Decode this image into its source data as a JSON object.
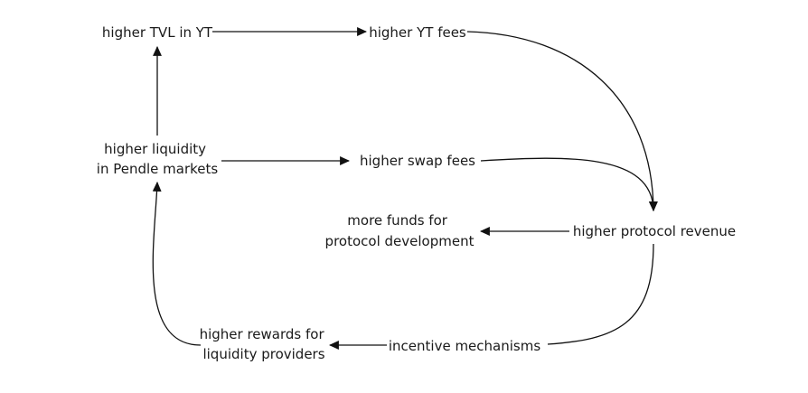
{
  "nodes": {
    "tvl_yt": [
      "higher TVL in YT"
    ],
    "yt_fees": [
      "higher YT fees"
    ],
    "liquidity": [
      "higher liquidity",
      "in Pendle markets"
    ],
    "swap_fees": [
      "higher swap fees"
    ],
    "funds": [
      "more funds for",
      "protocol development"
    ],
    "revenue": [
      "higher protocol revenue"
    ],
    "rewards": [
      "higher rewards for",
      "liquidity providers"
    ],
    "incentives": [
      "incentive mechanisms"
    ]
  },
  "colors": {
    "line": "#111111",
    "text": "#1a1a1a",
    "background": "#ffffff"
  }
}
